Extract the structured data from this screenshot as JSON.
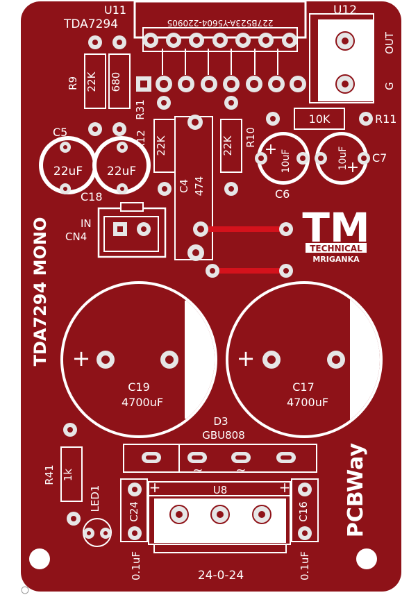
{
  "colors": {
    "board": "#8e1218",
    "silk": "#ffffff",
    "trace": "#d4121c",
    "pad": "#e6e6e6",
    "hole": "#8e1218"
  },
  "labels": {
    "u11": "U11",
    "chip": "TDA7294",
    "chip_code": "227B523A-Y5604-220905",
    "u12": "U12",
    "out": "OUT",
    "g": "G",
    "r9": "R9",
    "r9_val": "22K",
    "r_680": "680",
    "r31": "R31",
    "r12": "R12",
    "r12_val": "22K",
    "c4": "C4",
    "c4_val": "474",
    "r10_val": "22K",
    "r10": "R10",
    "r11_val": "10K",
    "r11": "R11",
    "c5": "C5",
    "c5_val": "22uF",
    "c18_val": "22uF",
    "c18": "C18",
    "c6_val": "10uF",
    "c6": "C6",
    "c7_val": "10uF",
    "c7": "C7",
    "in": "IN",
    "cn4": "CN4",
    "title": "TDA7294 MONO",
    "logo_tm": "TM",
    "logo_tech": "TECHNICAL",
    "logo_name": "MRIGANKA",
    "c19": "C19",
    "c19_val": "4700uF",
    "c17": "C17",
    "c17_val": "4700uF",
    "plus": "+",
    "d3": "D3",
    "d3_val": "GBU808",
    "tilde": "~",
    "r41": "R41",
    "r41_val": "1k",
    "led1": "LED1",
    "c24": "C24",
    "u8": "U8",
    "c16": "C16",
    "c24_val": "0.1uF",
    "c16_val": "0.1uF",
    "date": "24-0-24",
    "brand": "PCBWay"
  }
}
